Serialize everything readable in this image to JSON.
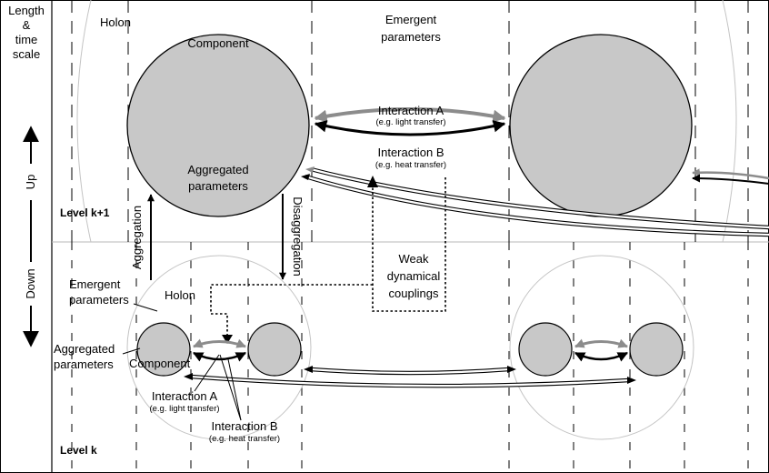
{
  "scale_axis": {
    "title_lines": [
      "Length",
      "&",
      "time",
      "scale"
    ],
    "up": "Up",
    "down": "Down"
  },
  "levels": {
    "upper": "Level k+1",
    "lower": "Level k"
  },
  "upper": {
    "holon": "Holon",
    "emergent_line1": "Emergent",
    "emergent_line2": "parameters",
    "component": "Component",
    "aggregated_line1": "Aggregated",
    "aggregated_line2": "parameters",
    "interaction_a": "Interaction A",
    "interaction_a_example": "(e.g. light transfer)",
    "interaction_b": "Interaction B",
    "interaction_b_example": "(e.g. heat transfer)"
  },
  "processes": {
    "aggregation": "Aggregation",
    "disaggregation": "Disaggregation",
    "weak_line1": "Weak",
    "weak_line2": "dynamical",
    "weak_line3": "couplings"
  },
  "lower": {
    "emergent_line1": "Emergent",
    "emergent_line2": "parameters",
    "holon": "Holon",
    "aggregated_line1": "Aggregated",
    "aggregated_line2": "parameters",
    "component": "Component",
    "interaction_a": "Interaction A",
    "interaction_a_example": "(e.g. light transfer)",
    "interaction_b": "Interaction B",
    "interaction_b_example": "(e.g. heat transfer)"
  },
  "colors": {
    "component_fill": "#c8c8c8",
    "light_arrow": "#8c8c8c",
    "holon_outline": "#c4c4c4",
    "ink": "#000000"
  }
}
